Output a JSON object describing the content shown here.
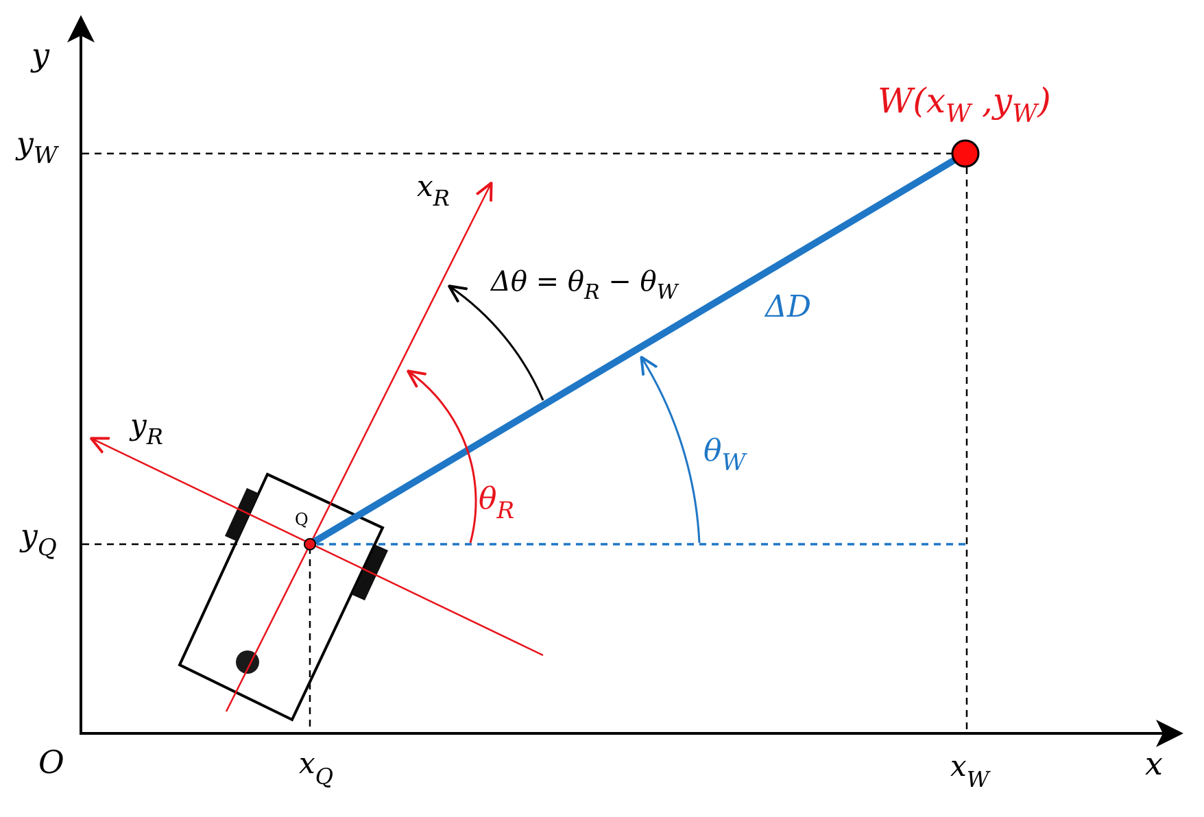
{
  "colors": {
    "black": "#000000",
    "red": "#e8141c",
    "blue": "#1f77c6",
    "dark_dot": "#1a1a1a"
  },
  "axes": {
    "origin": "O",
    "x": "x",
    "y": "y"
  },
  "ticks": {
    "x_q": {
      "base": "x",
      "sub": "Q"
    },
    "x_w": {
      "base": "x",
      "sub": "W"
    },
    "y_q": {
      "base": "y",
      "sub": "Q"
    },
    "y_w": {
      "base": "y",
      "sub": "W"
    }
  },
  "robot": {
    "point_label": "Q",
    "x_axis": {
      "base": "x",
      "sub": "R"
    },
    "y_axis": {
      "base": "y",
      "sub": "R"
    }
  },
  "waypoint": {
    "label_prefix": "W(",
    "x_base": "x",
    "x_sub": "W",
    "sep": " ,",
    "y_base": "y",
    "y_sub": "W",
    "label_suffix": ")"
  },
  "distance_label": "ΔD",
  "angles": {
    "theta_r": {
      "base": "θ",
      "sub": "R"
    },
    "theta_w": {
      "base": "θ",
      "sub": "W"
    },
    "delta": {
      "lhs": "Δθ = θ",
      "sub1": "R",
      "mid": " − θ",
      "sub2": "W"
    }
  }
}
